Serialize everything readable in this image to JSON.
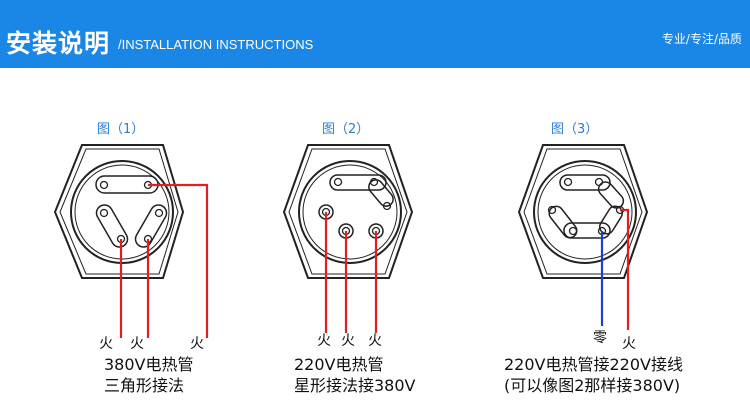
{
  "header": {
    "title_cn": "安装说明",
    "title_en": "/INSTALLATION INSTRUCTIONS",
    "tagline": "专业/专注/品质"
  },
  "figures": [
    {
      "title": "图（1）",
      "labels": [
        "火",
        "火",
        "火"
      ],
      "caption_line1": "380V电热管",
      "caption_line2": "三角形接法"
    },
    {
      "title": "图（2）",
      "labels": [
        "火",
        "火",
        "火"
      ],
      "caption_line1": "220V电热管",
      "caption_line2": "星形接法接380V"
    },
    {
      "title": "图（3）",
      "labels": [
        "零",
        "火"
      ],
      "caption_line1": "220V电热管接220V接线",
      "caption_line2": "(可以像图2那样接380V)"
    }
  ],
  "colors": {
    "header_bg": "#1a86e6",
    "figure_title": "#2b7fd4",
    "live_wire": "#e02020",
    "neutral_wire": "#1a3fd6",
    "outline": "#222222"
  }
}
